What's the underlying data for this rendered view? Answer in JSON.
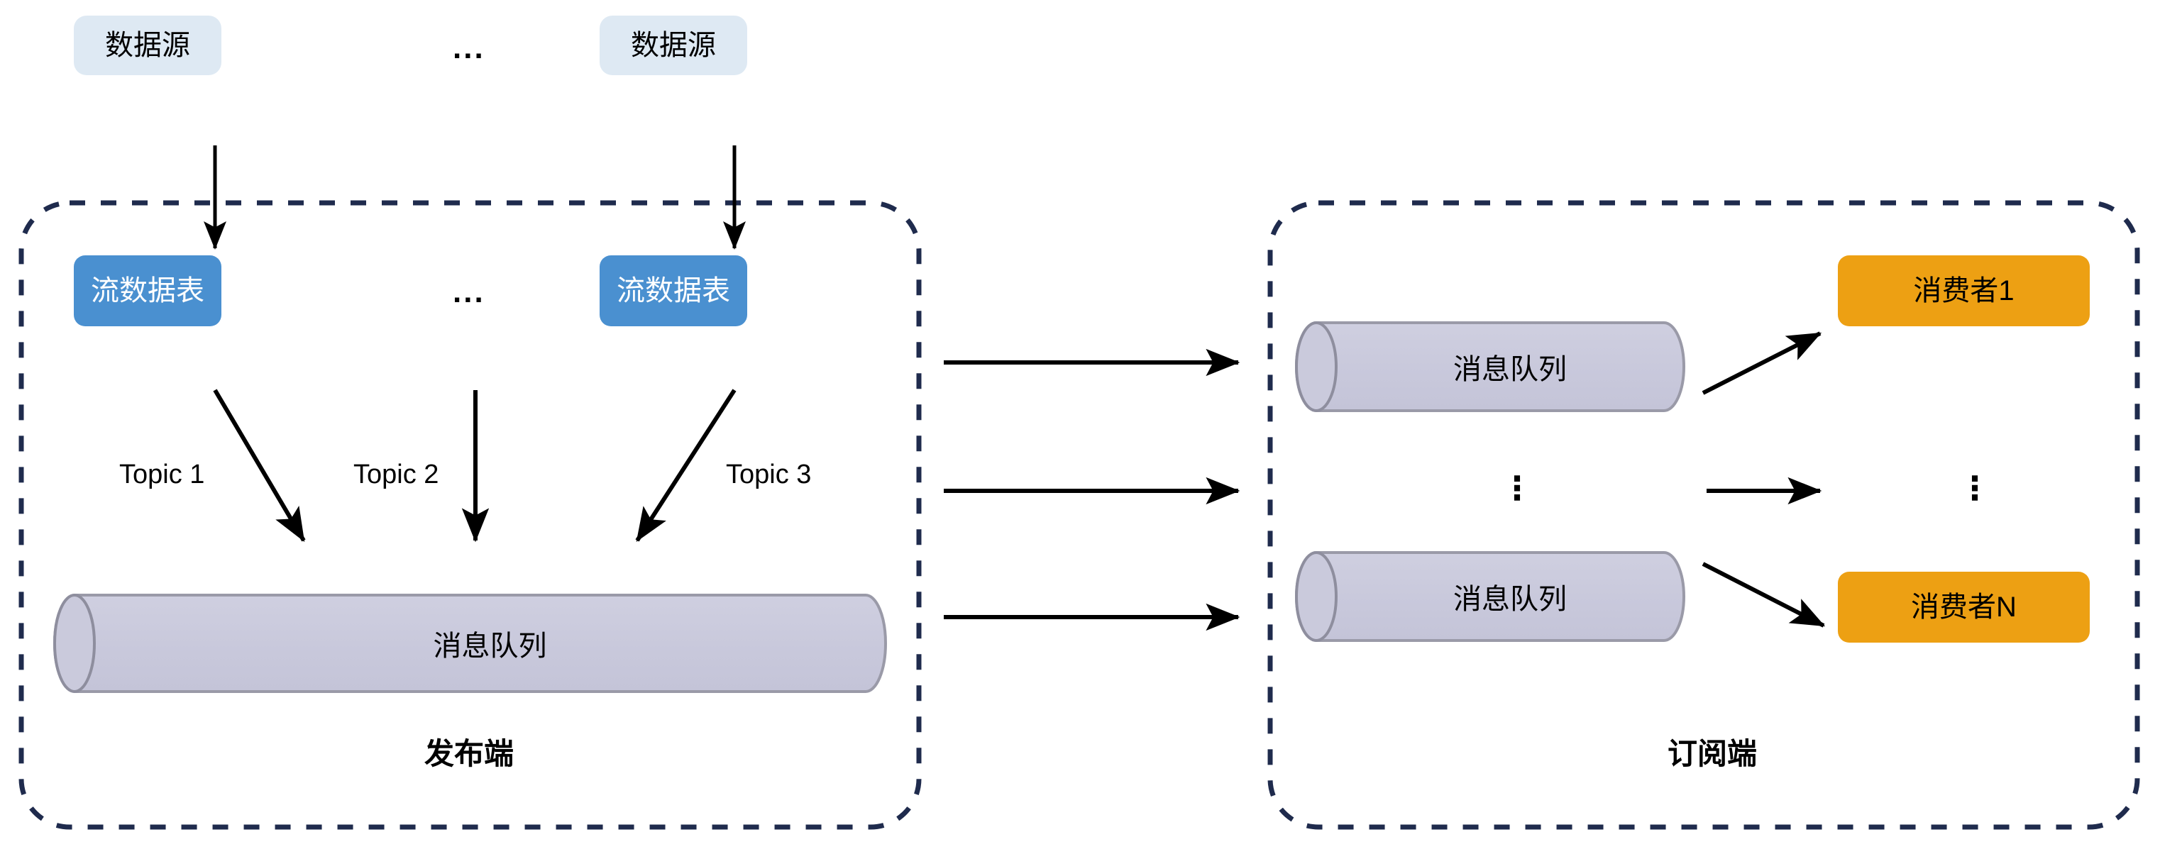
{
  "diagram": {
    "title": "",
    "colors": {
      "data_source_fill": "#DEE9F3",
      "stream_table_fill": "#4A90D0",
      "stream_table_text": "#FFFFFF",
      "consumer_fill": "#EDA013",
      "queue_fill": "#C9C9DD",
      "queue_stroke": "#9A9AA8",
      "region_border": "#1F2B4D",
      "arrow": "#000000",
      "text": "#000000"
    },
    "publisher": {
      "caption": "发布端",
      "data_sources": [
        {
          "label": "数据源"
        },
        {
          "label": "数据源"
        }
      ],
      "source_separator": "...",
      "stream_tables": [
        {
          "label": "流数据表"
        },
        {
          "label": "流数据表"
        }
      ],
      "table_separator": "...",
      "topics": [
        {
          "label": "Topic 1"
        },
        {
          "label": "Topic 2"
        },
        {
          "label": "Topic 3"
        }
      ],
      "queue": {
        "label": "消息队列"
      }
    },
    "subscriber": {
      "caption": "订阅端",
      "queues": [
        {
          "label": "消息队列"
        },
        {
          "label": "消息队列"
        }
      ],
      "queue_separator": "⋮",
      "consumers": [
        {
          "label": "消费者1"
        },
        {
          "label": "消费者N"
        }
      ],
      "consumer_separator": "⋮"
    },
    "bridge_arrows_count": 3
  }
}
